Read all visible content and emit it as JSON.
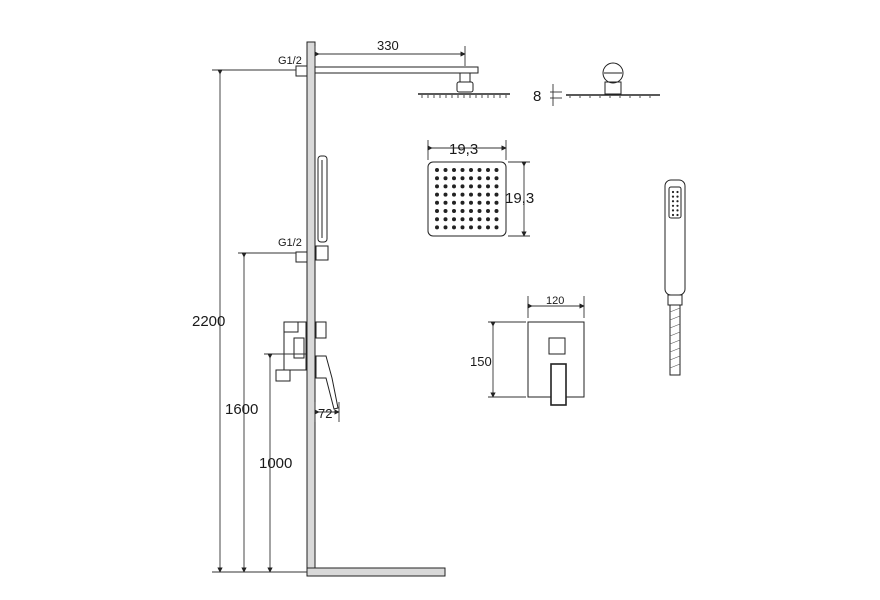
{
  "drawing": {
    "colors": {
      "ink": "#222222",
      "wall": "#d9d9d9",
      "background": "#ffffff"
    },
    "labels": {
      "arm_length": "330",
      "thread_top": "G1/2",
      "thread_mid": "G1/2",
      "head_thickness": "8",
      "head_width": "19,3",
      "head_height": "19,3",
      "plate_width": "120",
      "plate_height": "150",
      "mixer_depth": "72",
      "height_total": "2200",
      "height_mid": "1600",
      "height_low": "1000"
    }
  }
}
